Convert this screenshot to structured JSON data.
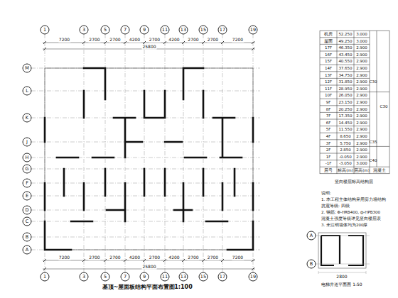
{
  "diagram": {
    "labels": [
      "1",
      "3",
      "5",
      "7",
      "9",
      "11",
      "13",
      "15",
      "17",
      "19",
      "1",
      "3",
      "5",
      "7",
      "9",
      "11",
      "13",
      "15",
      "17",
      "19",
      "M",
      "L",
      "K",
      "J",
      "H",
      "G",
      "F",
      "E",
      "D",
      "C",
      "B",
      "A",
      "7200",
      "2700",
      "2700",
      "4200",
      "2700",
      "4200",
      "2700",
      "2700",
      "7200",
      "25800",
      "7200",
      "2700",
      "2700",
      "4200",
      "2700",
      "4200",
      "2700",
      "2700",
      "7200",
      "25800",
      "机房",
      "52.250",
      "3.000",
      "屋面",
      "49.250",
      "3.000",
      "17F",
      "46.350",
      "2.900",
      "16F",
      "43.450",
      "2.900",
      "15F",
      "40.550",
      "2.900",
      "14F",
      "37.650",
      "2.900",
      "13F",
      "34.750",
      "2.900",
      "12F",
      "31.850",
      "2.900",
      "11F",
      "28.950",
      "2.900",
      "10F",
      "26.050",
      "2.900",
      "9F",
      "23.150",
      "2.900",
      "8F",
      "20.250",
      "2.900",
      "7F",
      "17.350",
      "2.900",
      "6F",
      "14.450",
      "2.900",
      "5F",
      "11.550",
      "2.900",
      "4F",
      "8.650",
      "2.900",
      "3F",
      "5.750",
      "2.900",
      "2F",
      "2.850",
      "2.900",
      "1F",
      "-0.050",
      "2.900",
      "-1F",
      "-3.050",
      "3.000",
      "层号",
      "标高(m)",
      "层高(m)",
      "混凝土",
      "C30",
      "C30",
      "C35",
      "C40",
      "竖向楼层标高结构层",
      "说明:",
      "1. 本工程主体结构采用剪力墙结构",
      "抗震等级: 四级",
      "2. 钢筋: Φ-HRB400, ф-HPB300",
      "混凝土强度等级详见竖向楼层表",
      "3. 未注明墙体均为200厚",
      "基顶~屋面板结构平面布置图",
      "1:100",
      "A",
      "B",
      "2800",
      "电梯井道平面图 1:50"
    ]
  }
}
